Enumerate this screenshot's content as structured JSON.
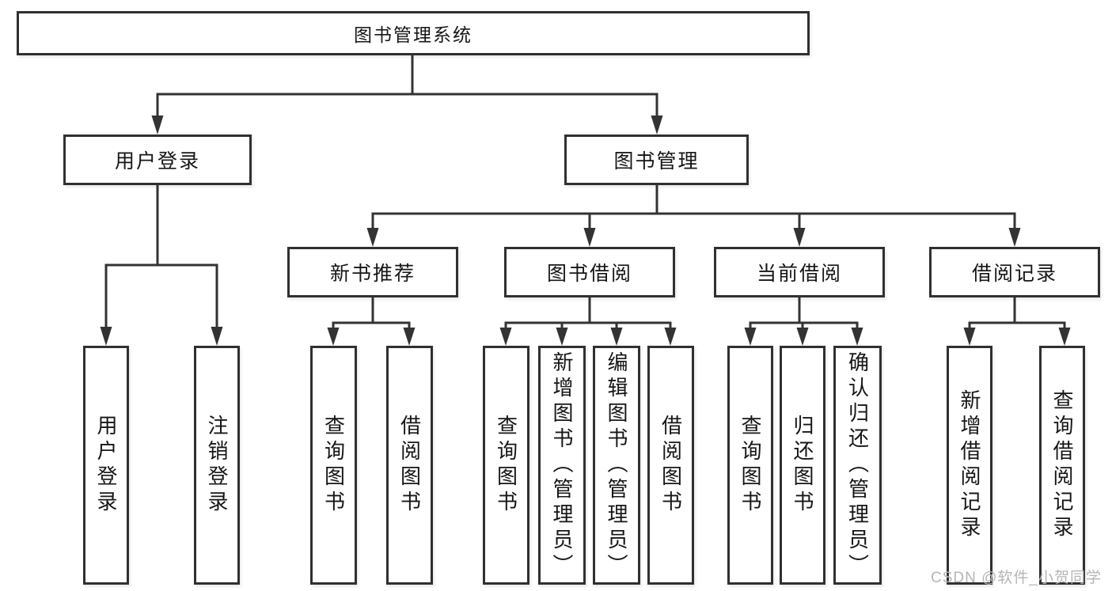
{
  "colors": {
    "background": "#ffffff",
    "line": "#333333",
    "box_border": "#303030",
    "text": "#161616",
    "watermark": "#b5b5b5"
  },
  "watermark": {
    "text": "CSDN @软件_小贺同学"
  },
  "tree": {
    "root": {
      "label": "图书管理系统"
    },
    "children": [
      {
        "label": "用户登录",
        "children": [
          {
            "label": "用户登录"
          },
          {
            "label": "注销登录"
          }
        ]
      },
      {
        "label": "图书管理",
        "children": [
          {
            "label": "新书推荐",
            "children": [
              {
                "label": "查询图书"
              },
              {
                "label": "借阅图书"
              }
            ]
          },
          {
            "label": "图书借阅",
            "children": [
              {
                "label": "查询图书"
              },
              {
                "label": "新增图书（管理员）"
              },
              {
                "label": "编辑图书（管理员）"
              },
              {
                "label": "借阅图书"
              }
            ]
          },
          {
            "label": "当前借阅",
            "children": [
              {
                "label": "查询图书"
              },
              {
                "label": "归还图书"
              },
              {
                "label": "确认归还（管理员）"
              }
            ]
          },
          {
            "label": "借阅记录",
            "children": [
              {
                "label": "新增借阅记录"
              },
              {
                "label": "查询借阅记录"
              }
            ]
          }
        ]
      }
    ]
  }
}
